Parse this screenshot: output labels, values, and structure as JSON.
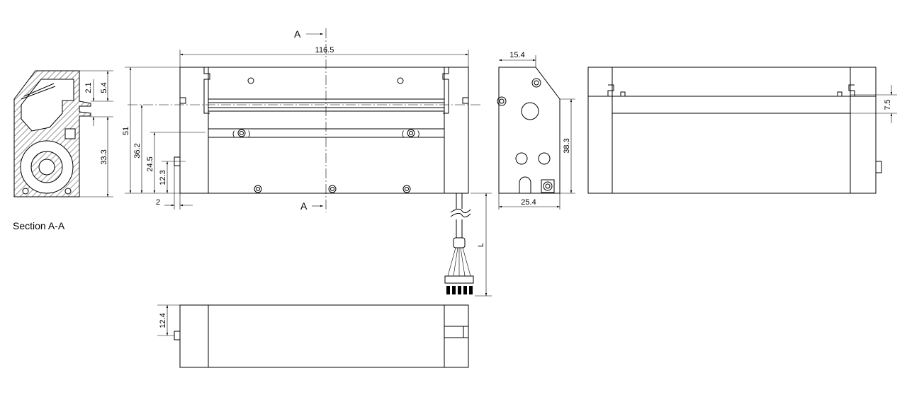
{
  "section": {
    "label": "Section A-A",
    "cut_mark": "A"
  },
  "dimensions": {
    "width_overall": "116.5",
    "height_overall": "51",
    "h_36_2": "36.2",
    "h_24_5": "24.5",
    "h_12_3": "12.3",
    "offset_2": "2",
    "sec_2_1": "2.1",
    "sec_5_4": "5.4",
    "sec_33_3": "33.3",
    "side_top": "15.4",
    "side_height": "38.3",
    "side_bottom": "25.4",
    "right_7_5": "7.5",
    "cable_length": "L",
    "bottom_12_4": "12.4"
  },
  "colors": {
    "line": "#000000",
    "hatch": "#555555",
    "background": "#ffffff"
  }
}
